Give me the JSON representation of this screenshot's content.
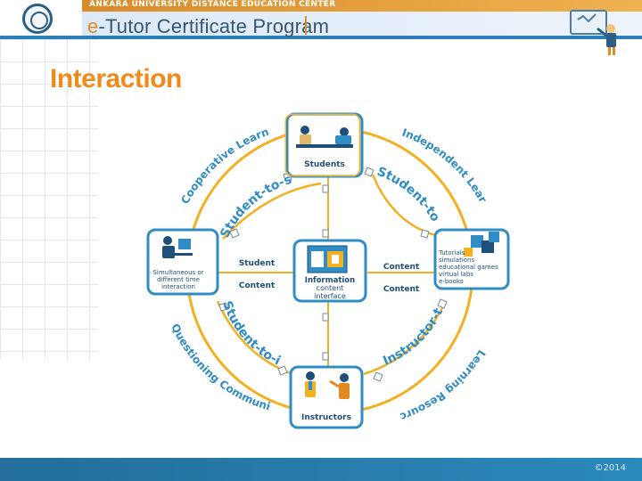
{
  "header": {
    "university": "ANKARA UNIVERSITY DISTANCE EDUCATION CENTER",
    "program_e": "e",
    "program_rest": "-Tutor Certificate Program"
  },
  "page_title": "Interaction",
  "diagram": {
    "outer_labels": {
      "cooperative": "Cooperative Learning",
      "independent": "Independent Learning",
      "learning_resources": "Learning Resources",
      "questioning": "Questioning Community"
    },
    "inner_labels": {
      "student_to_student": "Student-to-student",
      "student_to_content": "Student-to-content",
      "student_to_instructor": "Student-to-instructor",
      "instructor_to_content": "Instructor-to-content"
    },
    "nodes": {
      "students": "Students",
      "instructors": "Instructors",
      "info_line1": "Information",
      "info_line2": "content",
      "info_line3": "interface",
      "left_line1": "Simultaneous or",
      "left_line2": "different time",
      "left_line3": "interaction",
      "right_line1": "Tutorials",
      "right_line2": "simulations",
      "right_line3": "educational games",
      "right_line4": "virtual labs",
      "right_line5": "e-books"
    },
    "axis_labels": {
      "left_student": "Student",
      "left_content": "Content",
      "right_content_top": "Content",
      "right_content_bottom": "Content"
    }
  },
  "footer": {
    "copyright": "©2014"
  },
  "colors": {
    "accent": "#f08a19",
    "ring": "#f3b021",
    "frame": "#2f8cc4",
    "text_blue": "#1f4e7a"
  }
}
